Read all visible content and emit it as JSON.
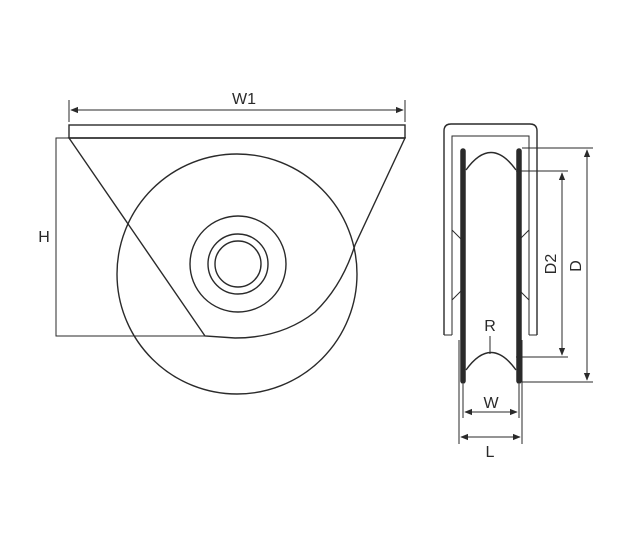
{
  "diagram": {
    "labels": {
      "width_top": "W1",
      "height": "H",
      "groove_radius": "R",
      "groove_width": "W",
      "inner_diameter": "D2",
      "outer_diameter": "D",
      "bracket_width": "L"
    }
  }
}
